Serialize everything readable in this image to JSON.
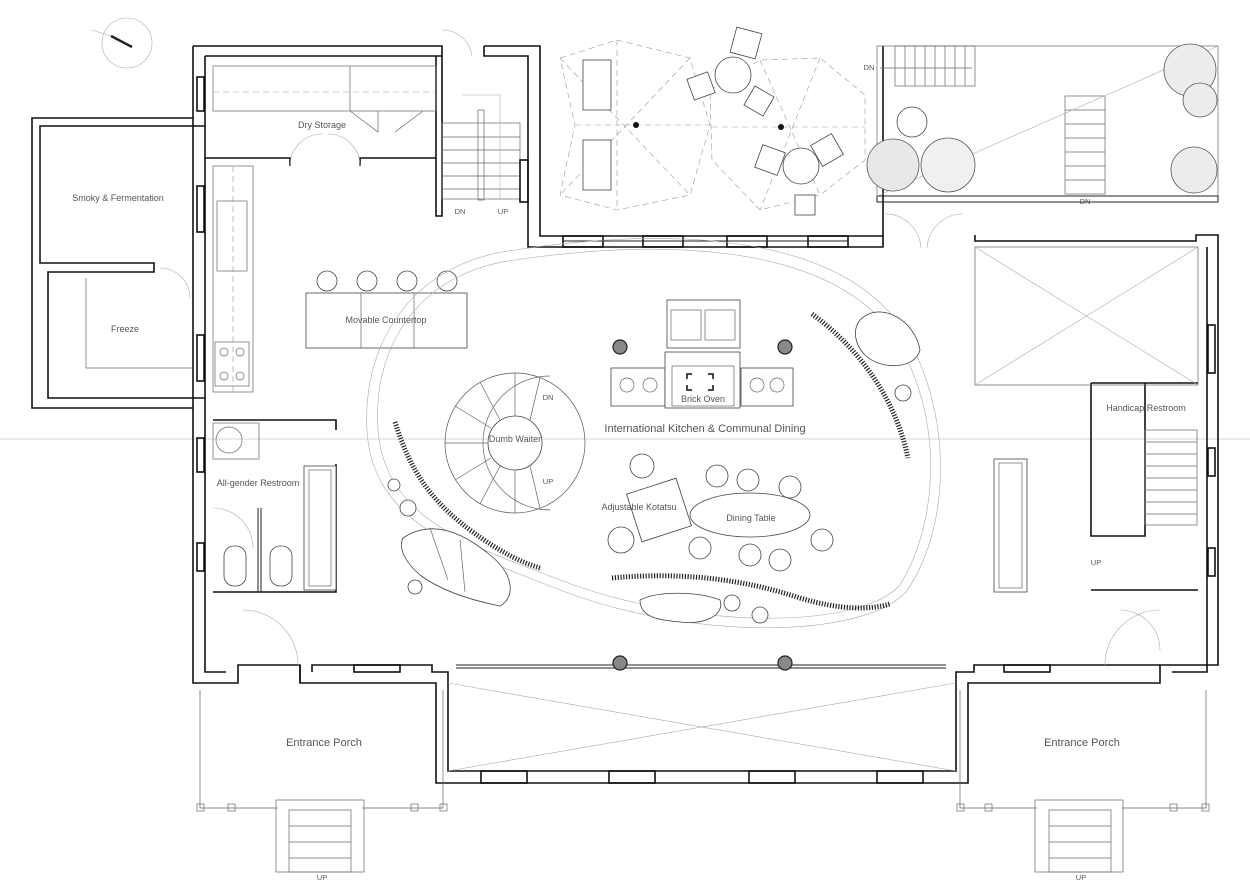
{
  "rooms": {
    "dry_storage": "Dry Storage",
    "smoky_fermentation": "Smoky & Fermentation",
    "freeze": "Freeze",
    "movable_counter": "Movable Countertop",
    "dumb_waiter": "Dumb Waiter",
    "brick_oven": "Brick Oven",
    "main_hall": "International Kitchen & Communal Dining",
    "kotatsu": "Adjustable Kotatsu",
    "dining_table": "Dining Table",
    "all_gender_restroom": "All-gender Restroom",
    "handicap_restroom": "Handicap Restroom",
    "entrance_porch_left": "Entrance Porch",
    "entrance_porch_right": "Entrance Porch"
  },
  "stair_labels": {
    "spiral_dn": "DN",
    "spiral_up": "UP",
    "stair_dn": "DN",
    "stair_up": "UP",
    "terrace_dn_top": "DN",
    "terrace_dn_bottom": "DN",
    "handicap_up": "UP",
    "porch_left_up": "UP",
    "porch_right_up": "UP"
  }
}
